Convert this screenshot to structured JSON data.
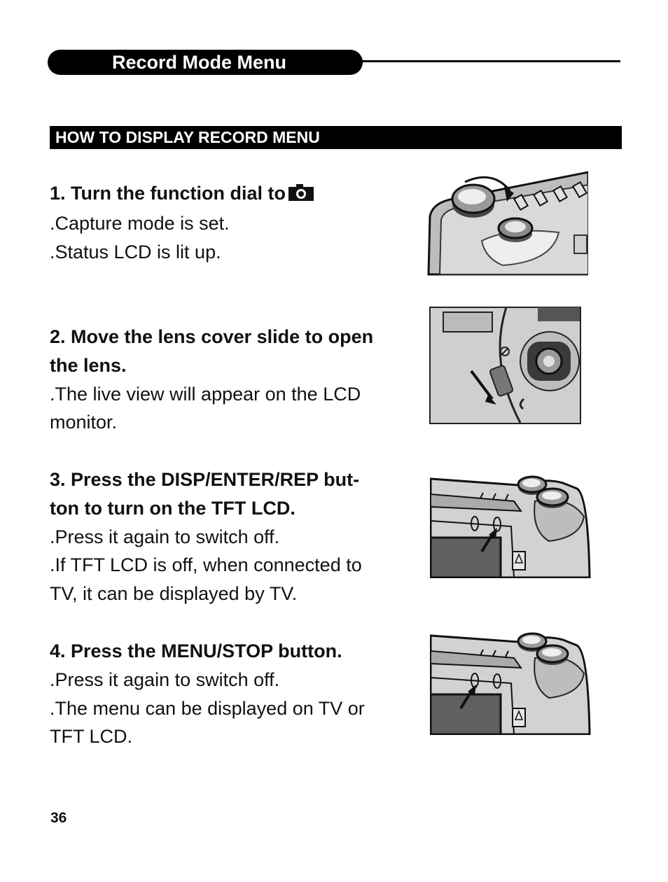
{
  "header": {
    "title": "Record Mode Menu"
  },
  "section": {
    "title": "HOW TO DISPLAY RECORD MENU"
  },
  "steps": [
    {
      "heading": "1. Turn the function dial to",
      "icon": "camera-icon",
      "lines": [
        ".Capture mode is set.",
        ".Status LCD is lit up."
      ]
    },
    {
      "heading_lines": [
        "2. Move the lens cover slide to open",
        "the lens."
      ],
      "lines": [
        ".The live view will appear on the LCD",
        "monitor."
      ]
    },
    {
      "heading_lines": [
        "3. Press the DISP/ENTER/REP but-",
        "ton to turn on the TFT LCD."
      ],
      "lines": [
        ".Press it again to switch off.",
        ".If TFT LCD is off, when connected to",
        "TV, it can be displayed by TV."
      ]
    },
    {
      "heading": "4. Press the MENU/STOP button.",
      "lines": [
        ".Press it again to switch off.",
        ".The menu can be displayed on TV or",
        "TFT LCD."
      ]
    }
  ],
  "illustrations": [
    "function-dial-illustration",
    "lens-cover-slide-illustration",
    "disp-button-illustration",
    "menu-button-illustration"
  ],
  "footer": {
    "page_number": "36"
  }
}
